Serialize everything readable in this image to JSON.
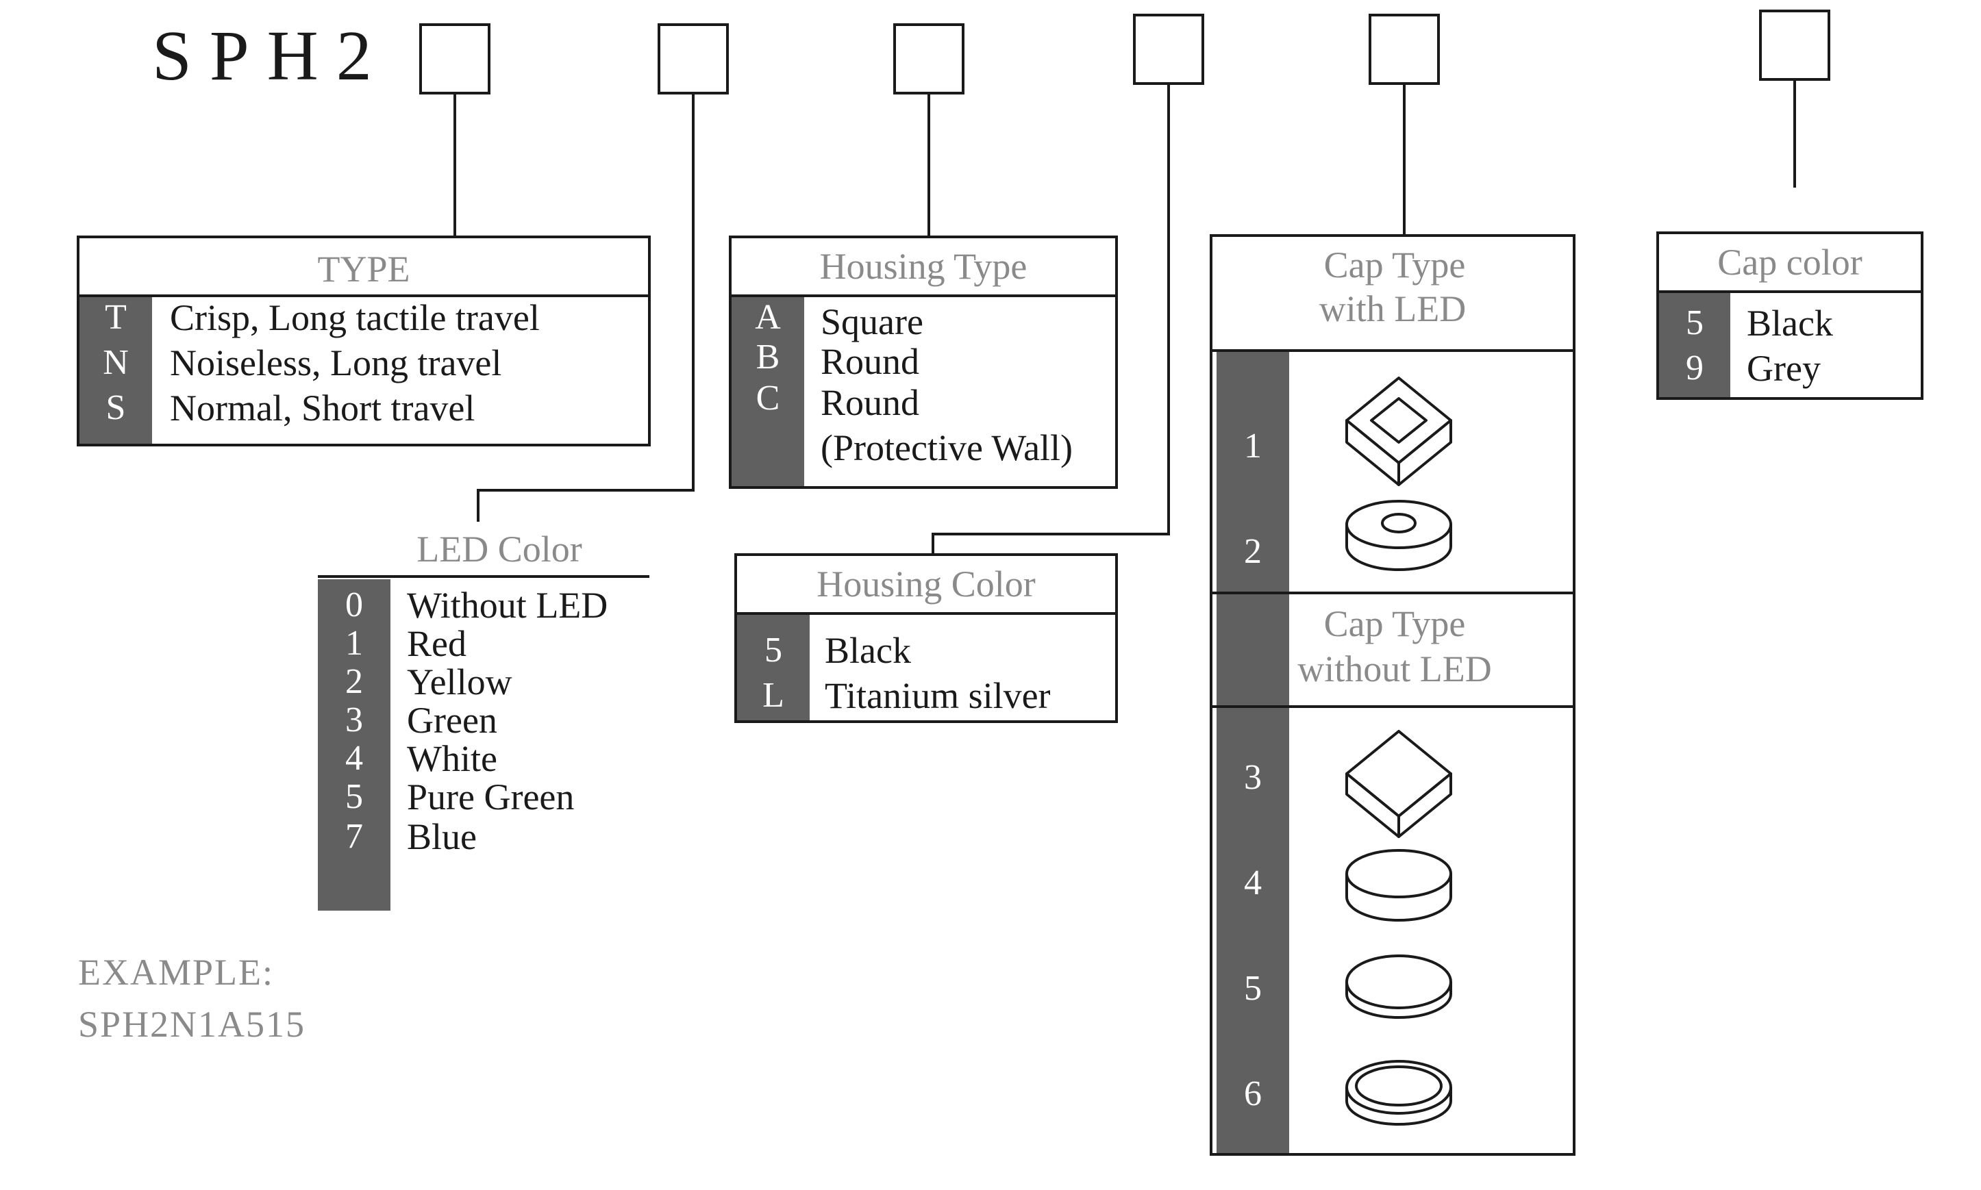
{
  "part_code_prefix": "SPH2",
  "type": {
    "header": "TYPE",
    "options": [
      {
        "code": "T",
        "label": "Crisp, Long tactile travel"
      },
      {
        "code": "N",
        "label": "Noiseless, Long travel"
      },
      {
        "code": "S",
        "label": "Normal, Short travel"
      }
    ]
  },
  "led_color": {
    "header": "LED Color",
    "options": [
      {
        "code": "0",
        "label": "Without LED"
      },
      {
        "code": "1",
        "label": "Red"
      },
      {
        "code": "2",
        "label": "Yellow"
      },
      {
        "code": "3",
        "label": "Green"
      },
      {
        "code": "4",
        "label": "White"
      },
      {
        "code": "5",
        "label": "Pure Green"
      },
      {
        "code": "7",
        "label": "Blue"
      }
    ]
  },
  "housing_type": {
    "header": "Housing Type",
    "options": [
      {
        "code": "A",
        "label": "Square"
      },
      {
        "code": "B",
        "label": "Round"
      },
      {
        "code": "C",
        "label": "Round"
      },
      {
        "code": "",
        "label": "(Protective Wall)"
      }
    ]
  },
  "housing_color": {
    "header": "Housing Color",
    "options": [
      {
        "code": "5",
        "label": "Black"
      },
      {
        "code": "L",
        "label": "Titanium silver"
      }
    ]
  },
  "cap_type": {
    "header_with_led_1": "Cap Type",
    "header_with_led_2": "with LED",
    "header_without_led_1": "Cap Type",
    "header_without_led_2": "without LED",
    "with_led": [
      {
        "code": "1",
        "icon": "square-cap-with-window-icon"
      },
      {
        "code": "2",
        "icon": "round-cap-with-window-icon"
      }
    ],
    "without_led": [
      {
        "code": "3",
        "icon": "square-cap-icon"
      },
      {
        "code": "4",
        "icon": "round-cap-icon"
      },
      {
        "code": "5",
        "icon": "round-cap-flat-icon"
      },
      {
        "code": "6",
        "icon": "round-cap-ring-icon"
      }
    ]
  },
  "cap_color": {
    "header": "Cap color",
    "options": [
      {
        "code": "5",
        "label": "Black"
      },
      {
        "code": "9",
        "label": "Grey"
      }
    ]
  },
  "example": {
    "label": "EXAMPLE:",
    "value": "SPH2N1A515"
  }
}
